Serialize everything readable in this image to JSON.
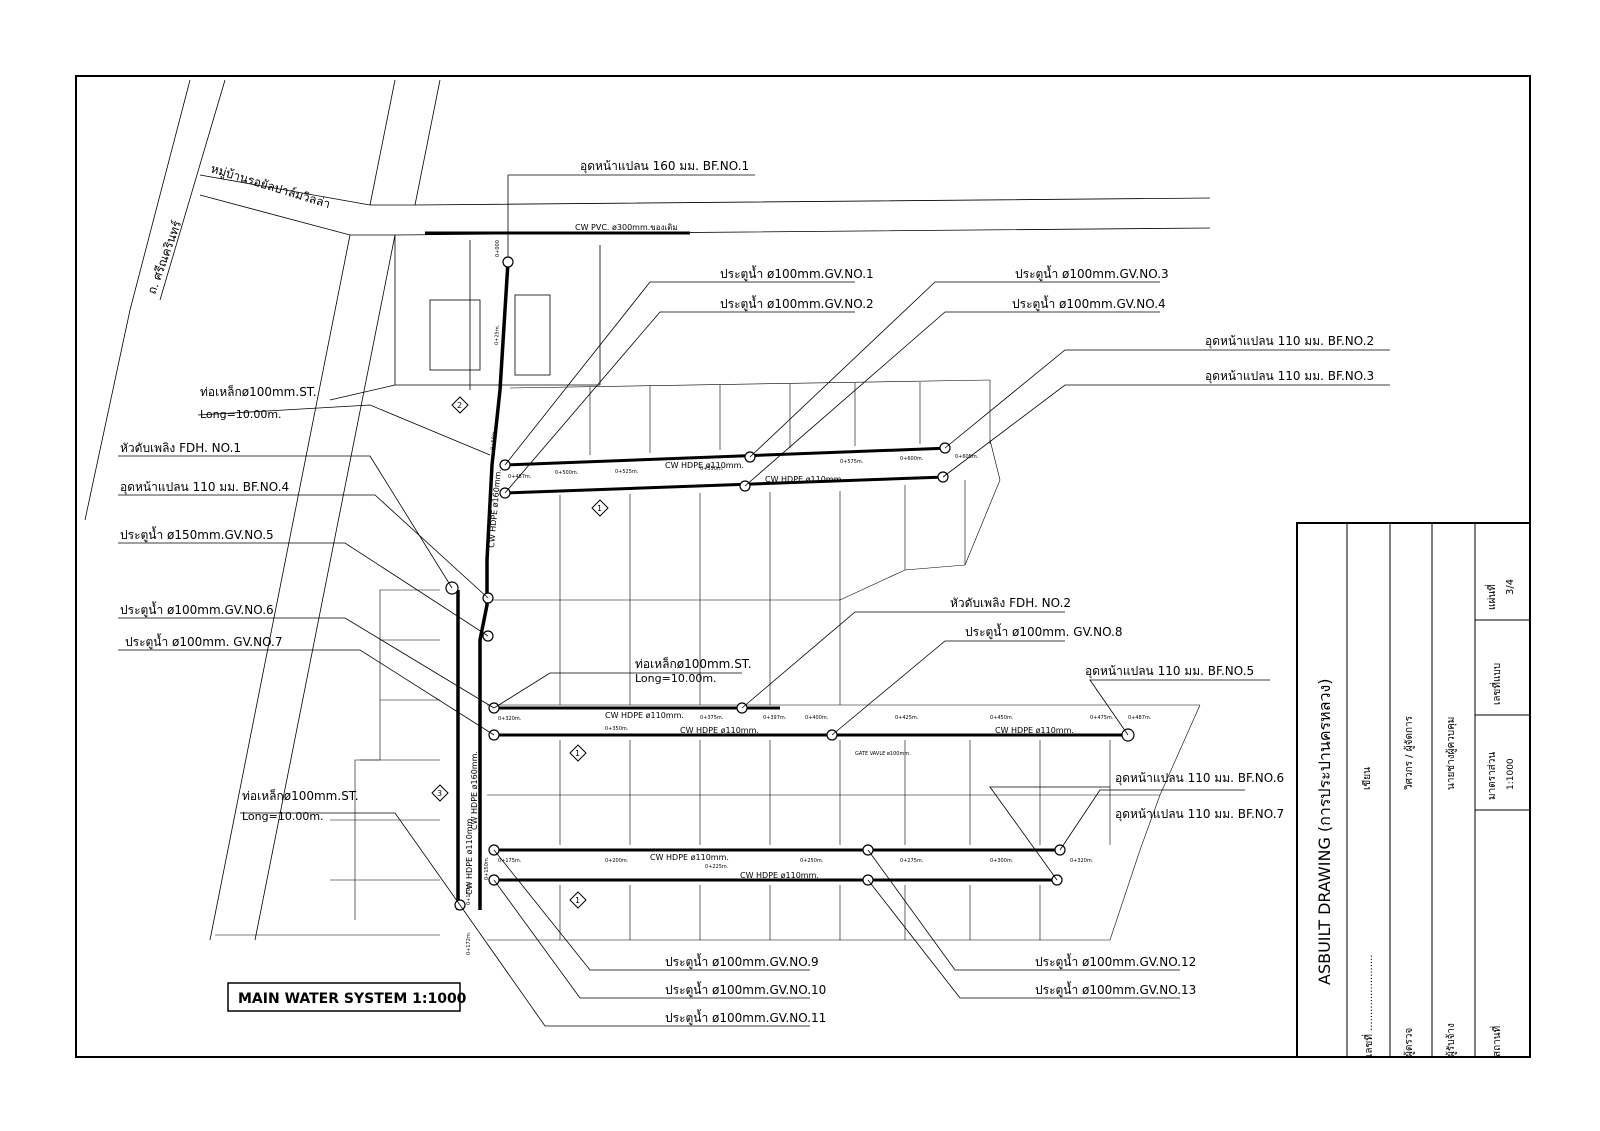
{
  "drawing": {
    "title": "MAIN WATER SYSTEM 1:1000",
    "roads": {
      "road_name": "ถ. ศรีณครินทร์",
      "village_name": "หมู่บ้านรอยัลปาล์มวิลล่า"
    },
    "existing_main": "CW PVC. ø300mm.ของเดิม",
    "pipe_labels": {
      "hdpe160": "CW HDPE ø160mm.",
      "hdpe110": "CW HDPE ø110mm.",
      "gate_valve": "GATE VAVLE ø100mm."
    },
    "callouts": [
      {
        "id": "bf1",
        "text": "อุดหน้าแปลน 160 มม. BF.NO.1"
      },
      {
        "id": "gv1",
        "text": "ประตูน้ำ ø100mm.GV.NO.1"
      },
      {
        "id": "gv2",
        "text": "ประตูน้ำ ø100mm.GV.NO.2"
      },
      {
        "id": "gv3",
        "text": "ประตูน้ำ ø100mm.GV.NO.3"
      },
      {
        "id": "gv4",
        "text": "ประตูน้ำ ø100mm.GV.NO.4"
      },
      {
        "id": "bf2",
        "text": "อุดหน้าแปลน 110 มม. BF.NO.2"
      },
      {
        "id": "bf3",
        "text": "อุดหน้าแปลน 110 มม. BF.NO.3"
      },
      {
        "id": "st1a",
        "text": "ท่อเหล็กø100mm.ST."
      },
      {
        "id": "st1b",
        "text": "Long=10.00m."
      },
      {
        "id": "fdh1",
        "text": "หัวดับเพลิง FDH.  NO.1"
      },
      {
        "id": "bf4",
        "text": "อุดหน้าแปลน 110 มม. BF.NO.4"
      },
      {
        "id": "gv5",
        "text": "ประตูน้ำ ø150mm.GV.NO.5"
      },
      {
        "id": "gv6",
        "text": "ประตูน้ำ ø100mm.GV.NO.6"
      },
      {
        "id": "gv7",
        "text": "ประตูน้ำ ø100mm. GV.NO.7"
      },
      {
        "id": "fdh2",
        "text": "หัวดับเพลิง FDH.  NO.2"
      },
      {
        "id": "gv8",
        "text": "ประตูน้ำ ø100mm. GV.NO.8"
      },
      {
        "id": "st2a",
        "text": "ท่อเหล็กø100mm.ST."
      },
      {
        "id": "st2b",
        "text": "Long=10.00m."
      },
      {
        "id": "bf5",
        "text": "อุดหน้าแปลน 110 มม. BF.NO.5"
      },
      {
        "id": "bf6",
        "text": "อุดหน้าแปลน 110 มม. BF.NO.6"
      },
      {
        "id": "bf7",
        "text": "อุดหน้าแปลน 110 มม. BF.NO.7"
      },
      {
        "id": "st3a",
        "text": "ท่อเหล็กø100mm.ST."
      },
      {
        "id": "st3b",
        "text": "Long=10.00m."
      },
      {
        "id": "gv9",
        "text": "ประตูน้ำ ø100mm.GV.NO.9"
      },
      {
        "id": "gv10",
        "text": "ประตูน้ำ ø100mm.GV.NO.10"
      },
      {
        "id": "gv11",
        "text": "ประตูน้ำ ø100mm.GV.NO.11"
      },
      {
        "id": "gv12",
        "text": "ประตูน้ำ ø100mm.GV.NO.12"
      },
      {
        "id": "gv13",
        "text": "ประตูน้ำ ø100mm.GV.NO.13"
      }
    ],
    "section_markers": [
      "1",
      "2",
      "3"
    ],
    "chainages": {
      "c1": "0+000",
      "c2": "0+25m.",
      "c3": "0+50m.",
      "c4": "0+487m.",
      "c5": "0+500m.",
      "c6": "0+525m.",
      "c7": "0+550m.",
      "c8": "0+575m.",
      "c9": "0+600m.",
      "c10": "0+605m.",
      "c11": "0+320m.",
      "c12": "0+350m.",
      "c13": "0+375m.",
      "c14": "0+397m.",
      "c15": "0+400m.",
      "c16": "0+425m.",
      "c17": "0+450m.",
      "c18": "0+475m.",
      "c19": "0+487m.",
      "c20": "0+175m.",
      "c21": "0+200m.",
      "c22": "0+225m.",
      "c23": "0+250m.",
      "c24": "0+275m.",
      "c25": "0+300m.",
      "c26": "0+320m.",
      "c27": "0+170m.",
      "c28": "0+150m.",
      "c29": "0+172m."
    }
  },
  "title_block": {
    "main_title": "ASBUILT DRAWING (การประปานครหลวง)",
    "rows": {
      "writer": "เขียน",
      "number": "เลขที่ ........................",
      "engineer": "วิศวกร / ผู้จัดการ",
      "checker": "ผู้ตรวจ",
      "chief": "นายช่างผู้ควบคุม",
      "contractor": "ผู้รับจ้าง",
      "scale_label": "มาตราส่วน",
      "scale_value": "1:1000",
      "location": "สถานที่",
      "drawing_no_label": "เลขที่แบบ",
      "sheet_label": "แผ่นที่",
      "sheet_value": "3/4"
    }
  }
}
